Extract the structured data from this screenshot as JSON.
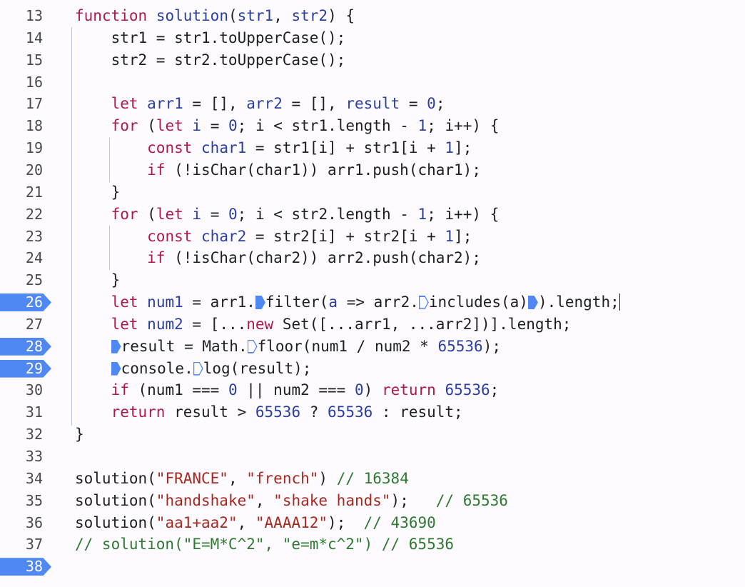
{
  "editor": {
    "lines": [
      {
        "num": "13",
        "tokens": [
          {
            "t": "function",
            "c": "kw"
          },
          {
            "t": " "
          },
          {
            "t": "solution",
            "c": "fn"
          },
          {
            "t": "(",
            "c": ""
          },
          {
            "t": "str1",
            "c": "fn"
          },
          {
            "t": ", "
          },
          {
            "t": "str2",
            "c": "fn"
          },
          {
            "t": ") {"
          }
        ]
      },
      {
        "num": "14",
        "tokens": [
          {
            "t": "    str1 = str1.toUpperCase();"
          }
        ]
      },
      {
        "num": "15",
        "tokens": [
          {
            "t": "    str2 = str2.toUpperCase();"
          }
        ]
      },
      {
        "num": "16",
        "tokens": []
      },
      {
        "num": "17",
        "tokens": [
          {
            "t": "    "
          },
          {
            "t": "let",
            "c": "kw"
          },
          {
            "t": " "
          },
          {
            "t": "arr1",
            "c": "fn"
          },
          {
            "t": " = [], "
          },
          {
            "t": "arr2",
            "c": "fn"
          },
          {
            "t": " = [], "
          },
          {
            "t": "result",
            "c": "fn"
          },
          {
            "t": " = "
          },
          {
            "t": "0",
            "c": "num"
          },
          {
            "t": ";"
          }
        ]
      },
      {
        "num": "18",
        "tokens": [
          {
            "t": "    "
          },
          {
            "t": "for",
            "c": "kw"
          },
          {
            "t": " ("
          },
          {
            "t": "let",
            "c": "kw"
          },
          {
            "t": " "
          },
          {
            "t": "i",
            "c": "fn"
          },
          {
            "t": " = "
          },
          {
            "t": "0",
            "c": "num"
          },
          {
            "t": "; i < str1.length - "
          },
          {
            "t": "1",
            "c": "num"
          },
          {
            "t": "; i++) {"
          }
        ]
      },
      {
        "num": "19",
        "tokens": [
          {
            "t": "        "
          },
          {
            "t": "const",
            "c": "kw"
          },
          {
            "t": " "
          },
          {
            "t": "char1",
            "c": "fn"
          },
          {
            "t": " = str1[i] + str1[i + "
          },
          {
            "t": "1",
            "c": "num"
          },
          {
            "t": "];"
          }
        ]
      },
      {
        "num": "20",
        "tokens": [
          {
            "t": "        "
          },
          {
            "t": "if",
            "c": "kw"
          },
          {
            "t": " (!isChar(char1)) arr1.push(char1);"
          }
        ]
      },
      {
        "num": "21",
        "tokens": [
          {
            "t": "    }"
          }
        ]
      },
      {
        "num": "22",
        "tokens": [
          {
            "t": "    "
          },
          {
            "t": "for",
            "c": "kw"
          },
          {
            "t": " ("
          },
          {
            "t": "let",
            "c": "kw"
          },
          {
            "t": " "
          },
          {
            "t": "i",
            "c": "fn"
          },
          {
            "t": " = "
          },
          {
            "t": "0",
            "c": "num"
          },
          {
            "t": "; i < str2.length - "
          },
          {
            "t": "1",
            "c": "num"
          },
          {
            "t": "; i++) {"
          }
        ]
      },
      {
        "num": "23",
        "tokens": [
          {
            "t": "        "
          },
          {
            "t": "const",
            "c": "kw"
          },
          {
            "t": " "
          },
          {
            "t": "char2",
            "c": "fn"
          },
          {
            "t": " = str2[i] + str2[i + "
          },
          {
            "t": "1",
            "c": "num"
          },
          {
            "t": "];"
          }
        ]
      },
      {
        "num": "24",
        "tokens": [
          {
            "t": "        "
          },
          {
            "t": "if",
            "c": "kw"
          },
          {
            "t": " (!isChar(char2)) arr2.push(char2);"
          }
        ]
      },
      {
        "num": "25",
        "tokens": [
          {
            "t": "    }"
          }
        ]
      },
      {
        "num": "26",
        "breakpoint": true,
        "tokens": [
          {
            "t": "    "
          },
          {
            "t": "let",
            "c": "kw"
          },
          {
            "t": " "
          },
          {
            "t": "num1",
            "c": "fn"
          },
          {
            "t": " = arr1."
          },
          {
            "m": "solid"
          },
          {
            "t": "filter("
          },
          {
            "t": "a",
            "c": "fn"
          },
          {
            "t": " => arr2."
          },
          {
            "m": "hollow"
          },
          {
            "t": "includes(a)"
          },
          {
            "m": "solid"
          },
          {
            "t": ").length;"
          },
          {
            "caret": true
          }
        ]
      },
      {
        "num": "27",
        "tokens": [
          {
            "t": "    "
          },
          {
            "t": "let",
            "c": "kw"
          },
          {
            "t": " "
          },
          {
            "t": "num2",
            "c": "fn"
          },
          {
            "t": " = [..."
          },
          {
            "t": "new",
            "c": "kw"
          },
          {
            "t": " Set([...arr1, ...arr2])].length;"
          }
        ]
      },
      {
        "num": "28",
        "breakpoint": true,
        "tokens": [
          {
            "t": "    "
          },
          {
            "m": "solid"
          },
          {
            "t": "result = Math."
          },
          {
            "m": "hollow"
          },
          {
            "t": "floor(num1 / num2 * "
          },
          {
            "t": "65536",
            "c": "num"
          },
          {
            "t": ");"
          }
        ]
      },
      {
        "num": "29",
        "breakpoint": true,
        "tokens": [
          {
            "t": "    "
          },
          {
            "m": "solid"
          },
          {
            "t": "console."
          },
          {
            "m": "hollow"
          },
          {
            "t": "log(result);"
          }
        ]
      },
      {
        "num": "30",
        "tokens": [
          {
            "t": "    "
          },
          {
            "t": "if",
            "c": "kw"
          },
          {
            "t": " (num1 === "
          },
          {
            "t": "0",
            "c": "num"
          },
          {
            "t": " || num2 === "
          },
          {
            "t": "0",
            "c": "num"
          },
          {
            "t": ") "
          },
          {
            "t": "return",
            "c": "kw"
          },
          {
            "t": " "
          },
          {
            "t": "65536",
            "c": "num"
          },
          {
            "t": ";"
          }
        ]
      },
      {
        "num": "31",
        "tokens": [
          {
            "t": "    "
          },
          {
            "t": "return",
            "c": "kw"
          },
          {
            "t": " result > "
          },
          {
            "t": "65536",
            "c": "num"
          },
          {
            "t": " ? "
          },
          {
            "t": "65536",
            "c": "num"
          },
          {
            "t": " : result;"
          }
        ]
      },
      {
        "num": "32",
        "tokens": [
          {
            "t": "}"
          }
        ]
      },
      {
        "num": "33",
        "tokens": []
      },
      {
        "num": "34",
        "tokens": [
          {
            "t": "solution("
          },
          {
            "t": "\"FRANCE\"",
            "c": "str"
          },
          {
            "t": ", "
          },
          {
            "t": "\"french\"",
            "c": "str"
          },
          {
            "t": ") "
          },
          {
            "t": "// 16384",
            "c": "cm"
          }
        ]
      },
      {
        "num": "35",
        "tokens": [
          {
            "t": "solution("
          },
          {
            "t": "\"handshake\"",
            "c": "str"
          },
          {
            "t": ", "
          },
          {
            "t": "\"shake hands\"",
            "c": "str"
          },
          {
            "t": ");   "
          },
          {
            "t": "// 65536",
            "c": "cm"
          }
        ]
      },
      {
        "num": "36",
        "tokens": [
          {
            "t": "solution("
          },
          {
            "t": "\"aa1+aa2\"",
            "c": "str"
          },
          {
            "t": ", "
          },
          {
            "t": "\"AAAA12\"",
            "c": "str"
          },
          {
            "t": ");  "
          },
          {
            "t": "// 43690",
            "c": "cm"
          }
        ]
      },
      {
        "num": "37",
        "tokens": [
          {
            "t": "// solution(\"E=M*C^2\", \"e=m*c^2\") // 65536",
            "c": "cm"
          }
        ]
      },
      {
        "num": "38",
        "breakpoint": true,
        "tokens": []
      }
    ]
  }
}
